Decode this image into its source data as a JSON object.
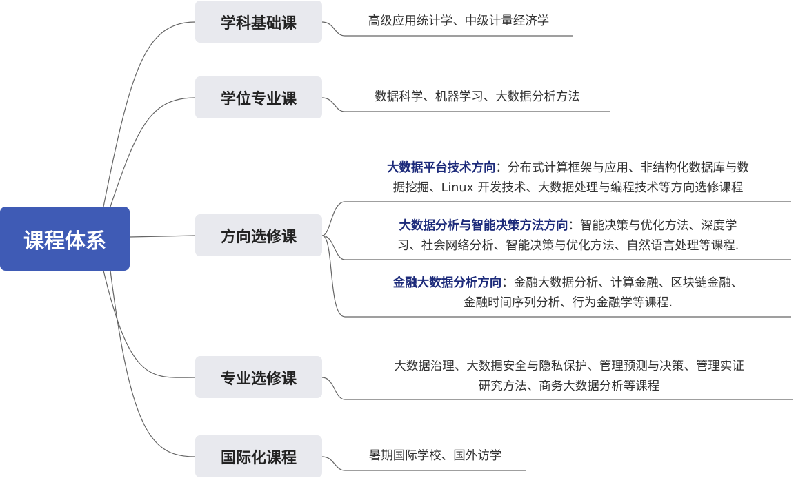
{
  "root": {
    "label": "课程体系"
  },
  "branches": [
    {
      "label": "学科基础课",
      "leaves": [
        {
          "text": "高级应用统计学、中级计量经济学"
        }
      ]
    },
    {
      "label": "学位专业课",
      "leaves": [
        {
          "text": "数据科学、机器学习、大数据分析方法"
        }
      ]
    },
    {
      "label": "方向选修课",
      "leaves": [
        {
          "title": "大数据平台技术方向",
          "sep": "：",
          "line1": "分布式计算框架与应用、非结构化数据库与数",
          "line2": "据挖掘、Linux 开发技术、大数据处理与编程技术等方向选修课程"
        },
        {
          "title": "大数据分析与智能决策方法方向",
          "sep": "：",
          "line1": "智能决策与优化方法、深度学",
          "line2": "习、社会网络分析、智能决策与优化方法、自然语言处理等课程."
        },
        {
          "title": "金融大数据分析方向",
          "sep": "：",
          "line1": "金融大数据分析、计算金融、区块链金融、",
          "line2": "金融时间序列分析、行为金融学等课程."
        }
      ]
    },
    {
      "label": "专业选修课",
      "leaves": [
        {
          "line1": "大数据治理、大数据安全与隐私保护、管理预测与决策、管理实证",
          "line2": "研究方法、商务大数据分析等课程"
        }
      ]
    },
    {
      "label": "国际化课程",
      "leaves": [
        {
          "text": "暑期国际学校、国外访学"
        }
      ]
    }
  ],
  "colors": {
    "root": "#3f5bb5",
    "branch_bg": "#e8e9ee",
    "highlight": "#1c2a7a",
    "line": "#666666"
  }
}
